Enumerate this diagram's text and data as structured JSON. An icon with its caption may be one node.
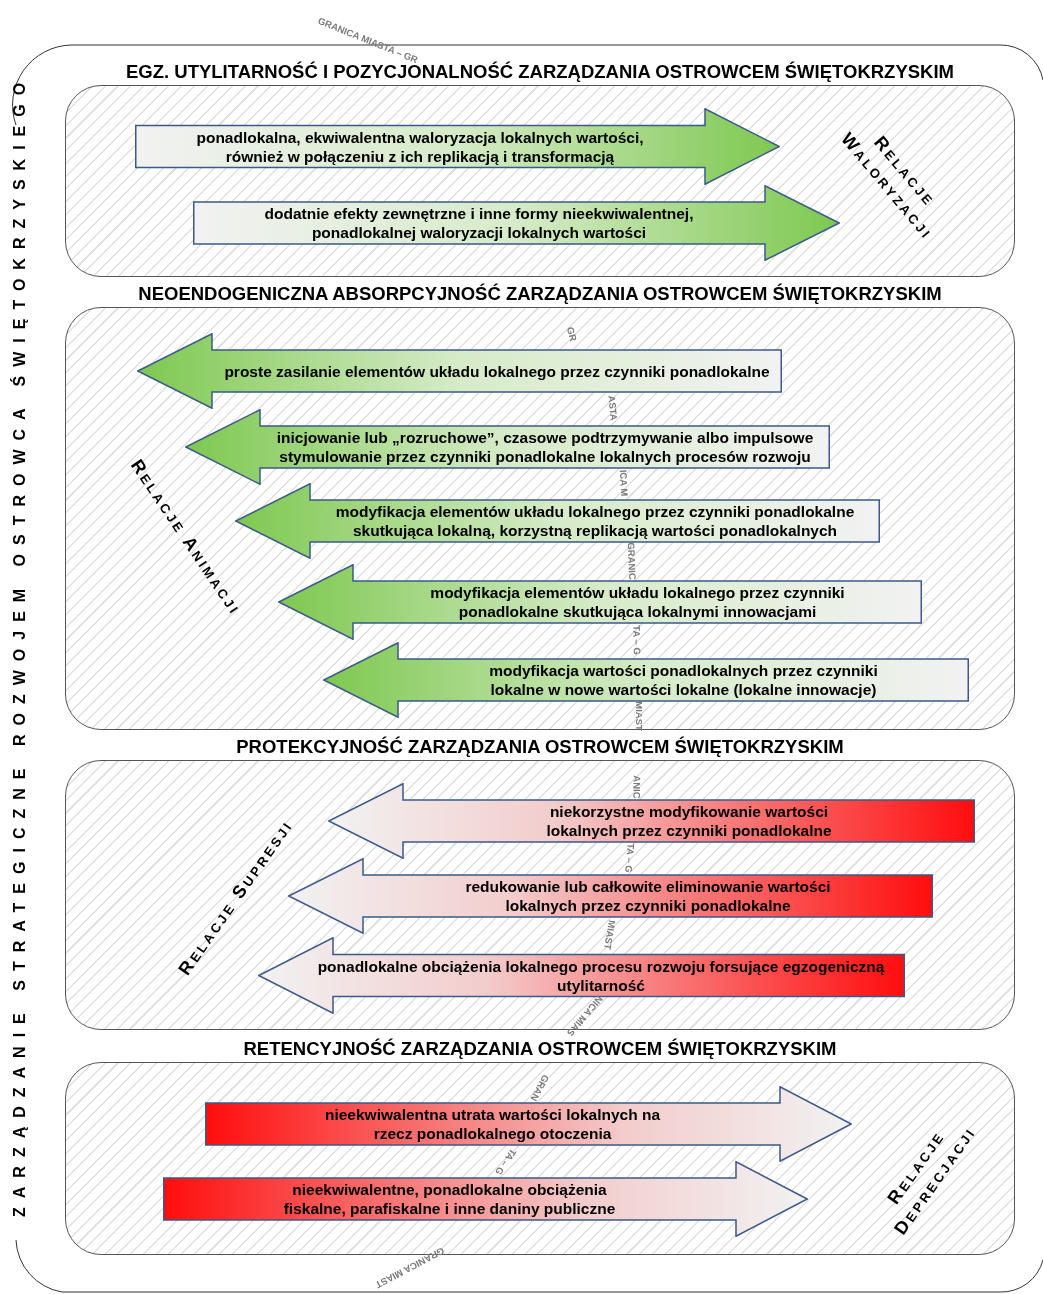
{
  "diagram": {
    "nodes": [
      {
        "text": [
          "ZARZĄDZANIE STRATEGICZNE ROZWOJEM OSTROWCA ŚWIĘTOKRZYSKIEGO"
        ]
      },
      {
        "text": [
          "EGZ. UTYLITARNOŚĆ I POZYCJONALNOŚĆ ZARZĄDZANIA OSTROWCEM ŚWIĘTOKRZYSKIM",
          "Relacje Waloryzacji"
        ],
        "in": 0
      },
      {
        "text": [
          "ponadlokalna, ekwiwalentna waloryzacja lokalnych wartości, również w połączeniu z ich replikacją i transformacją"
        ],
        "in": 1
      },
      {
        "text": [
          "dodatnie efekty zewnętrzne i inne formy nieekwiwalentnej, ponadlokalnej waloryzacji lokalnych wartości"
        ],
        "in": 1
      },
      {
        "text": [
          "NEOENDOGENICZNA ABSORPCYJNOŚĆ ZARZĄDZANIA OSTROWCEM ŚWIĘTOKRZYSKIM",
          "Relacje Animacji"
        ],
        "in": 0
      },
      {
        "text": [
          "proste zasilanie elementów układu lokalnego przez czynniki ponadlokalne"
        ],
        "in": 4
      },
      {
        "text": [
          "inicjowanie lub „rozruchowe”, czasowe podtrzymywanie albo impulsowe stymulowanie przez czynniki ponadlokalne lokalnych procesów rozwoju"
        ],
        "in": 4
      },
      {
        "text": [
          "modyfikacja elementów układu lokalnego przez czynniki ponadlokalne skutkująca lokalną, korzystną replikacją wartości ponadlokalnych"
        ],
        "in": 4
      },
      {
        "text": [
          "modyfikacja elementów układu lokalnego przez czynniki ponadlokalne skutkująca lokalnymi innowacjami"
        ],
        "in": 4
      },
      {
        "text": [
          "modyfikacja wartości ponadlokalnych przez czynniki lokalne w nowe wartości lokalne (lokalne innowacje)"
        ],
        "in": 4
      },
      {
        "text": [
          "PROTEKCYJNOŚĆ ZARZĄDZANIA OSTROWCEM ŚWIĘTOKRZYSKIM",
          "Relacje Supresji"
        ],
        "in": 0
      },
      {
        "text": [
          "niekorzystne modyfikowanie wartości lokalnych przez czynniki ponadlokalne"
        ],
        "in": 10
      },
      {
        "text": [
          "redukowanie lub całkowite eliminowanie wartości lokalnych przez czynniki ponadlokalne"
        ],
        "in": 10
      },
      {
        "text": [
          "ponadlokalne obciążenia lokalnego procesu rozwoju forsujące egzogeniczną utylitarność"
        ],
        "in": 10
      },
      {
        "text": [
          "RETENCYJNOŚĆ ZARZĄDZANIA OSTROWCEM ŚWIĘTOKRZYSKIM",
          "Relacje Deprecjacji"
        ],
        "in": 0
      },
      {
        "text": [
          "nieekwiwalentna utrata wartości lokalnych na rzecz ponadlokalnego otoczenia"
        ],
        "in": 14
      },
      {
        "text": [
          "nieekwiwalentne, ponadlokalne obciążenia fiskalne, parafiskalne i inne daniny publiczne"
        ],
        "in": 14
      }
    ],
    "labels": [
      "GRANICA MIASTA – GR",
      "GR",
      "ASTA",
      "ICA M",
      "GRANIC",
      "TA – G",
      "MIAST",
      "ANIC",
      "TA – G",
      "MIAST",
      "NICA MIAS",
      "GRAN",
      "TA – G",
      "GRANICA MIAST"
    ]
  }
}
